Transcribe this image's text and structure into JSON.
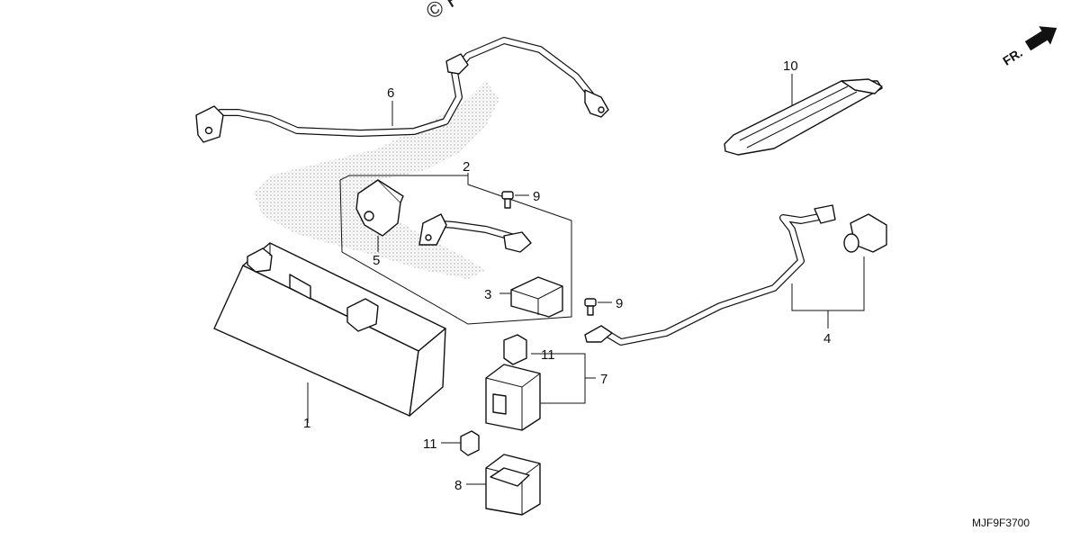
{
  "watermark": "© P",
  "direction_label": "FR.",
  "diagram_code": "MJF9F3700",
  "callouts": {
    "c1": "1",
    "c2": "2",
    "c3": "3",
    "c4": "4",
    "c5": "5",
    "c6": "6",
    "c7": "7",
    "c8": "8",
    "c9a": "9",
    "c9b": "9",
    "c10": "10",
    "c11a": "11",
    "c11b": "11"
  }
}
